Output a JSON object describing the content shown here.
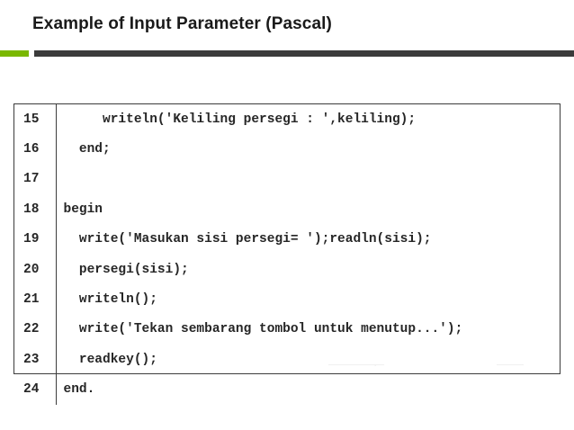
{
  "slide": {
    "title": "Example of Input Parameter (Pascal)",
    "accent_color": "#7ab800",
    "bar_color": "#3b3b3b",
    "border_color": "#3c3c3c",
    "artifact_marker": "."
  },
  "code_listing": {
    "language": "Pascal",
    "lines": [
      {
        "number": "15",
        "text": "     writeln('Keliling persegi : ',keliling);"
      },
      {
        "number": "16",
        "text": "  end;"
      },
      {
        "number": "17",
        "text": ""
      },
      {
        "number": "18",
        "text": "begin"
      },
      {
        "number": "19",
        "text": "  write('Masukan sisi persegi= ');readln(sisi);"
      },
      {
        "number": "20",
        "text": "  persegi(sisi);"
      },
      {
        "number": "21",
        "text": "  writeln();"
      },
      {
        "number": "22",
        "text": "  write('Tekan sembarang tombol untuk menutup...');"
      },
      {
        "number": "23",
        "text": "  readkey();"
      },
      {
        "number": "24",
        "text": "end."
      }
    ]
  }
}
